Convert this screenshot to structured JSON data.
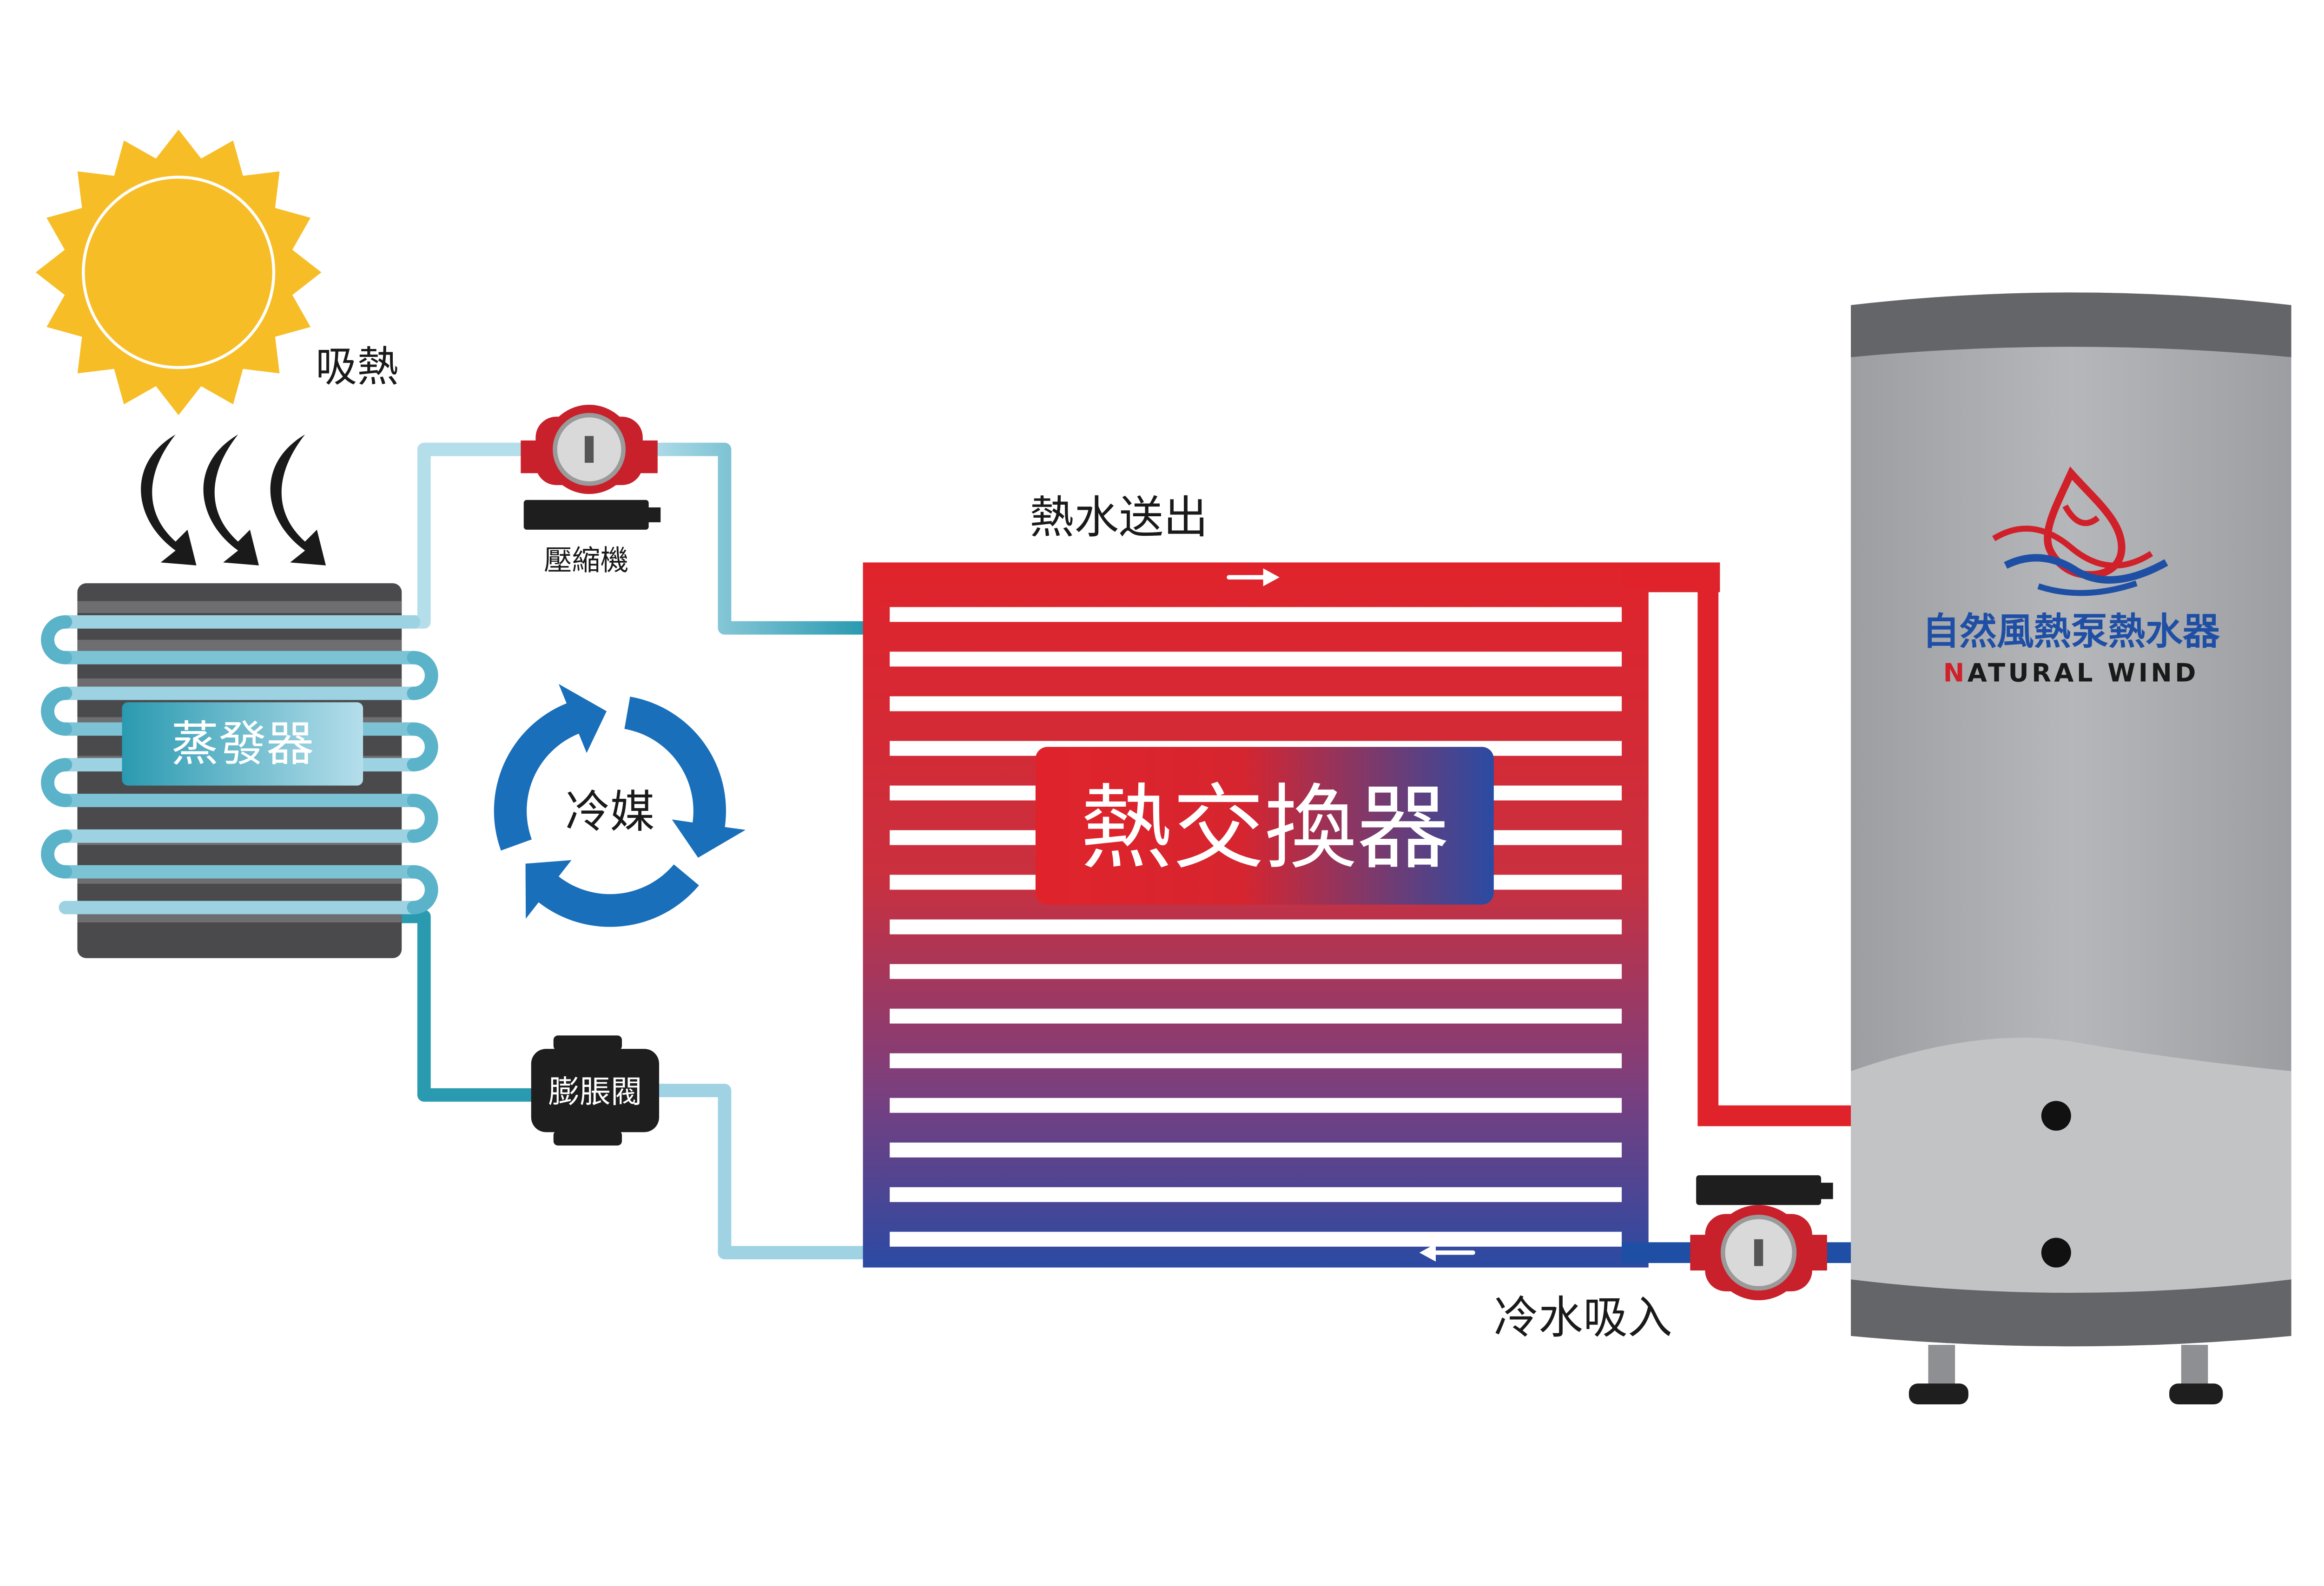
{
  "labels": {
    "absorb_heat": "吸熱",
    "evaporator": "蒸發器",
    "compressor": "壓縮機",
    "refrigerant": "冷媒",
    "expansion_valve": "膨脹閥",
    "heat_exchanger": "熱交換器",
    "hot_water_out": "熱水送出",
    "cold_water_in": "冷水吸入"
  },
  "brand": {
    "name_zh": "自然風熱泵熱水器",
    "name_en_first": "N",
    "name_en_rest": "ATURAL WIND"
  },
  "colors": {
    "sun": "#F6BD27",
    "refrigerant_pipe_light": "#B5DEEB",
    "refrigerant_pipe_dark": "#2A9AB0",
    "hot_pipe": "#E0232B",
    "cold_pipe": "#1F4FA5",
    "cycle_arrows": "#1A6FBA",
    "tank": "#A6A8AB",
    "brand_blue": "#1F4FA5",
    "brand_red": "#D0202A"
  },
  "icons": {
    "sun": "sun-icon",
    "heat_arrows": "curved-arrow-icon",
    "cycle": "cycle-arrows-icon",
    "pump": "pump-icon",
    "logo": "water-drop-logo-icon"
  }
}
